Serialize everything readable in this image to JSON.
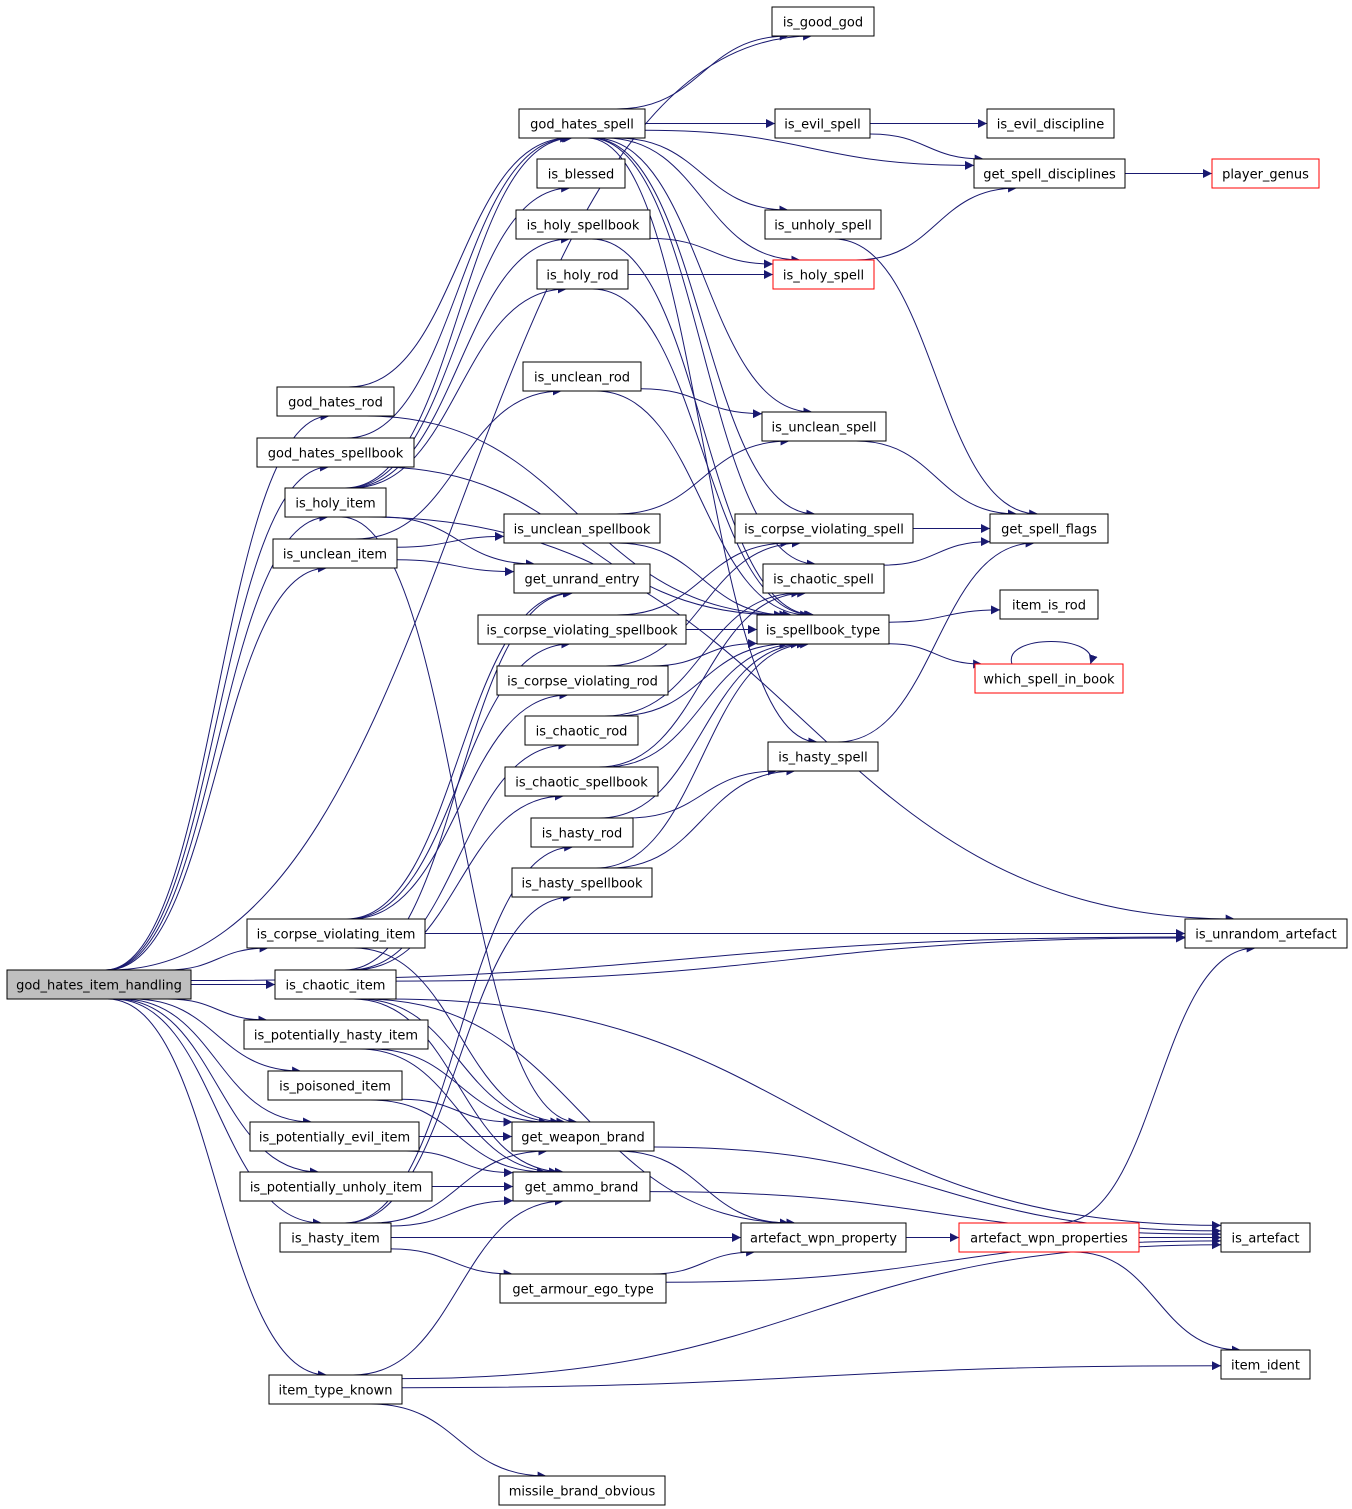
{
  "graph": {
    "title": "",
    "edge_color": "#191970",
    "truncated_node_border": "#ff0000",
    "root_fill": "#bfbfbf",
    "nodes": [
      {
        "id": "god_hates_item_handling",
        "label": "god_hates_item_handling",
        "root": true
      },
      {
        "id": "is_good_god",
        "label": "is_good_god"
      },
      {
        "id": "god_hates_spell",
        "label": "god_hates_spell"
      },
      {
        "id": "is_evil_spell",
        "label": "is_evil_spell"
      },
      {
        "id": "is_evil_discipline",
        "label": "is_evil_discipline"
      },
      {
        "id": "is_blessed",
        "label": "is_blessed"
      },
      {
        "id": "get_spell_disciplines",
        "label": "get_spell_disciplines"
      },
      {
        "id": "player_genus",
        "label": "player_genus",
        "truncated": true
      },
      {
        "id": "is_holy_spellbook",
        "label": "is_holy_spellbook"
      },
      {
        "id": "is_unholy_spell",
        "label": "is_unholy_spell"
      },
      {
        "id": "is_holy_rod",
        "label": "is_holy_rod"
      },
      {
        "id": "is_holy_spell",
        "label": "is_holy_spell",
        "truncated": true
      },
      {
        "id": "is_unclean_rod",
        "label": "is_unclean_rod"
      },
      {
        "id": "god_hates_rod",
        "label": "god_hates_rod"
      },
      {
        "id": "is_unclean_spell",
        "label": "is_unclean_spell"
      },
      {
        "id": "god_hates_spellbook",
        "label": "god_hates_spellbook"
      },
      {
        "id": "is_holy_item",
        "label": "is_holy_item"
      },
      {
        "id": "is_unclean_spellbook",
        "label": "is_unclean_spellbook"
      },
      {
        "id": "is_corpse_violating_spell",
        "label": "is_corpse_violating_spell"
      },
      {
        "id": "get_spell_flags",
        "label": "get_spell_flags"
      },
      {
        "id": "is_unclean_item",
        "label": "is_unclean_item"
      },
      {
        "id": "get_unrand_entry",
        "label": "get_unrand_entry"
      },
      {
        "id": "is_chaotic_spell",
        "label": "is_chaotic_spell"
      },
      {
        "id": "item_is_rod",
        "label": "item_is_rod"
      },
      {
        "id": "is_corpse_violating_spellbook",
        "label": "is_corpse_violating_spellbook"
      },
      {
        "id": "is_spellbook_type",
        "label": "is_spellbook_type"
      },
      {
        "id": "is_corpse_violating_rod",
        "label": "is_corpse_violating_rod"
      },
      {
        "id": "which_spell_in_book",
        "label": "which_spell_in_book",
        "truncated": true
      },
      {
        "id": "is_chaotic_rod",
        "label": "is_chaotic_rod"
      },
      {
        "id": "is_hasty_spell",
        "label": "is_hasty_spell"
      },
      {
        "id": "is_chaotic_spellbook",
        "label": "is_chaotic_spellbook"
      },
      {
        "id": "is_hasty_rod",
        "label": "is_hasty_rod"
      },
      {
        "id": "is_hasty_spellbook",
        "label": "is_hasty_spellbook"
      },
      {
        "id": "is_corpse_violating_item",
        "label": "is_corpse_violating_item"
      },
      {
        "id": "is_unrandom_artefact",
        "label": "is_unrandom_artefact"
      },
      {
        "id": "is_chaotic_item",
        "label": "is_chaotic_item"
      },
      {
        "id": "is_potentially_hasty_item",
        "label": "is_potentially_hasty_item"
      },
      {
        "id": "is_poisoned_item",
        "label": "is_poisoned_item"
      },
      {
        "id": "is_potentially_evil_item",
        "label": "is_potentially_evil_item"
      },
      {
        "id": "get_weapon_brand",
        "label": "get_weapon_brand"
      },
      {
        "id": "is_potentially_unholy_item",
        "label": "is_potentially_unholy_item"
      },
      {
        "id": "get_ammo_brand",
        "label": "get_ammo_brand"
      },
      {
        "id": "is_hasty_item",
        "label": "is_hasty_item"
      },
      {
        "id": "artefact_wpn_property",
        "label": "artefact_wpn_property"
      },
      {
        "id": "artefact_wpn_properties",
        "label": "artefact_wpn_properties",
        "truncated": true
      },
      {
        "id": "is_artefact",
        "label": "is_artefact"
      },
      {
        "id": "get_armour_ego_type",
        "label": "get_armour_ego_type"
      },
      {
        "id": "item_type_known",
        "label": "item_type_known"
      },
      {
        "id": "item_ident",
        "label": "item_ident"
      },
      {
        "id": "missile_brand_obvious",
        "label": "missile_brand_obvious"
      }
    ],
    "edges": [
      [
        "god_hates_item_handling",
        "is_good_god"
      ],
      [
        "god_hates_item_handling",
        "is_unrandom_artefact"
      ],
      [
        "god_hates_item_handling",
        "god_hates_rod"
      ],
      [
        "god_hates_item_handling",
        "god_hates_spellbook"
      ],
      [
        "god_hates_item_handling",
        "is_holy_item"
      ],
      [
        "god_hates_item_handling",
        "is_unclean_item"
      ],
      [
        "god_hates_item_handling",
        "is_corpse_violating_item"
      ],
      [
        "god_hates_item_handling",
        "is_chaotic_item"
      ],
      [
        "god_hates_item_handling",
        "is_potentially_hasty_item"
      ],
      [
        "god_hates_item_handling",
        "is_poisoned_item"
      ],
      [
        "god_hates_item_handling",
        "is_potentially_evil_item"
      ],
      [
        "god_hates_item_handling",
        "is_potentially_unholy_item"
      ],
      [
        "god_hates_item_handling",
        "is_hasty_item"
      ],
      [
        "god_hates_item_handling",
        "item_type_known"
      ],
      [
        "god_hates_spell",
        "is_good_god"
      ],
      [
        "god_hates_spell",
        "is_evil_spell"
      ],
      [
        "god_hates_spell",
        "get_spell_disciplines"
      ],
      [
        "god_hates_spell",
        "is_unholy_spell"
      ],
      [
        "god_hates_spell",
        "is_holy_spell"
      ],
      [
        "god_hates_spell",
        "is_unclean_spell"
      ],
      [
        "god_hates_spell",
        "is_corpse_violating_spell"
      ],
      [
        "god_hates_spell",
        "is_chaotic_spell"
      ],
      [
        "god_hates_spell",
        "is_hasty_spell"
      ],
      [
        "is_evil_spell",
        "is_evil_discipline"
      ],
      [
        "is_evil_spell",
        "get_spell_disciplines"
      ],
      [
        "get_spell_disciplines",
        "player_genus"
      ],
      [
        "is_holy_spellbook",
        "is_holy_spell"
      ],
      [
        "is_holy_spellbook",
        "is_spellbook_type"
      ],
      [
        "is_holy_rod",
        "is_holy_spell"
      ],
      [
        "is_holy_rod",
        "is_spellbook_type"
      ],
      [
        "is_holy_spell",
        "get_spell_disciplines"
      ],
      [
        "is_unholy_spell",
        "get_spell_flags"
      ],
      [
        "is_unclean_rod",
        "is_unclean_spell"
      ],
      [
        "is_unclean_rod",
        "is_spellbook_type"
      ],
      [
        "is_unclean_spell",
        "get_spell_flags"
      ],
      [
        "god_hates_rod",
        "god_hates_spell"
      ],
      [
        "god_hates_rod",
        "is_spellbook_type"
      ],
      [
        "god_hates_spellbook",
        "god_hates_spell"
      ],
      [
        "god_hates_spellbook",
        "is_spellbook_type"
      ],
      [
        "is_holy_item",
        "god_hates_spell"
      ],
      [
        "is_holy_item",
        "is_blessed"
      ],
      [
        "is_holy_item",
        "is_holy_spellbook"
      ],
      [
        "is_holy_item",
        "is_holy_rod"
      ],
      [
        "is_holy_item",
        "get_unrand_entry"
      ],
      [
        "is_holy_item",
        "is_unrandom_artefact"
      ],
      [
        "is_holy_item",
        "get_weapon_brand"
      ],
      [
        "is_unclean_item",
        "is_unclean_rod"
      ],
      [
        "is_unclean_item",
        "is_unclean_spellbook"
      ],
      [
        "is_unclean_item",
        "get_unrand_entry"
      ],
      [
        "is_unclean_spellbook",
        "is_unclean_spell"
      ],
      [
        "is_unclean_spellbook",
        "is_spellbook_type"
      ],
      [
        "is_corpse_violating_spell",
        "get_spell_flags"
      ],
      [
        "is_chaotic_spell",
        "get_spell_flags"
      ],
      [
        "is_hasty_spell",
        "get_spell_flags"
      ],
      [
        "is_corpse_violating_spellbook",
        "is_spellbook_type"
      ],
      [
        "is_corpse_violating_spellbook",
        "is_corpse_violating_spell"
      ],
      [
        "is_corpse_violating_rod",
        "is_corpse_violating_spell"
      ],
      [
        "is_corpse_violating_rod",
        "is_spellbook_type"
      ],
      [
        "is_spellbook_type",
        "item_is_rod"
      ],
      [
        "is_spellbook_type",
        "which_spell_in_book"
      ],
      [
        "which_spell_in_book",
        "which_spell_in_book"
      ],
      [
        "is_chaotic_rod",
        "is_chaotic_spell"
      ],
      [
        "is_chaotic_rod",
        "is_spellbook_type"
      ],
      [
        "is_chaotic_spellbook",
        "is_chaotic_spell"
      ],
      [
        "is_chaotic_spellbook",
        "is_spellbook_type"
      ],
      [
        "is_hasty_rod",
        "is_hasty_spell"
      ],
      [
        "is_hasty_rod",
        "is_spellbook_type"
      ],
      [
        "is_hasty_spellbook",
        "is_hasty_spell"
      ],
      [
        "is_hasty_spellbook",
        "is_spellbook_type"
      ],
      [
        "is_corpse_violating_item",
        "is_corpse_violating_spellbook"
      ],
      [
        "is_corpse_violating_item",
        "is_corpse_violating_rod"
      ],
      [
        "is_corpse_violating_item",
        "get_unrand_entry"
      ],
      [
        "is_corpse_violating_item",
        "is_unrandom_artefact"
      ],
      [
        "is_corpse_violating_item",
        "get_weapon_brand"
      ],
      [
        "is_chaotic_item",
        "is_chaotic_rod"
      ],
      [
        "is_chaotic_item",
        "is_chaotic_spellbook"
      ],
      [
        "is_chaotic_item",
        "get_unrand_entry"
      ],
      [
        "is_chaotic_item",
        "is_unrandom_artefact"
      ],
      [
        "is_chaotic_item",
        "is_artefact"
      ],
      [
        "is_chaotic_item",
        "get_weapon_brand"
      ],
      [
        "is_chaotic_item",
        "get_ammo_brand"
      ],
      [
        "is_chaotic_item",
        "artefact_wpn_property"
      ],
      [
        "is_potentially_hasty_item",
        "get_weapon_brand"
      ],
      [
        "is_potentially_hasty_item",
        "get_ammo_brand"
      ],
      [
        "is_poisoned_item",
        "get_weapon_brand"
      ],
      [
        "is_poisoned_item",
        "get_ammo_brand"
      ],
      [
        "is_potentially_evil_item",
        "get_weapon_brand"
      ],
      [
        "is_potentially_evil_item",
        "get_ammo_brand"
      ],
      [
        "is_potentially_unholy_item",
        "get_ammo_brand"
      ],
      [
        "get_weapon_brand",
        "artefact_wpn_property"
      ],
      [
        "get_weapon_brand",
        "is_artefact"
      ],
      [
        "get_ammo_brand",
        "is_artefact"
      ],
      [
        "is_hasty_item",
        "is_hasty_rod"
      ],
      [
        "is_hasty_item",
        "is_hasty_spellbook"
      ],
      [
        "is_hasty_item",
        "get_weapon_brand"
      ],
      [
        "is_hasty_item",
        "get_ammo_brand"
      ],
      [
        "is_hasty_item",
        "artefact_wpn_property"
      ],
      [
        "is_hasty_item",
        "get_armour_ego_type"
      ],
      [
        "is_hasty_item",
        "is_artefact"
      ],
      [
        "artefact_wpn_property",
        "artefact_wpn_properties"
      ],
      [
        "artefact_wpn_properties",
        "is_artefact"
      ],
      [
        "artefact_wpn_properties",
        "is_unrandom_artefact"
      ],
      [
        "artefact_wpn_properties",
        "item_ident"
      ],
      [
        "get_armour_ego_type",
        "artefact_wpn_property"
      ],
      [
        "get_armour_ego_type",
        "is_artefact"
      ],
      [
        "item_type_known",
        "get_ammo_brand"
      ],
      [
        "item_type_known",
        "is_artefact"
      ],
      [
        "item_type_known",
        "item_ident"
      ],
      [
        "item_type_known",
        "missile_brand_obvious"
      ]
    ]
  }
}
